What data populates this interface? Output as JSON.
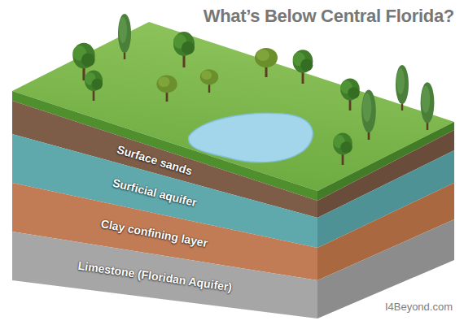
{
  "diagram": {
    "title": "What’s Below Central Florida?",
    "labels": [
      "Surface sands",
      "Surficial aquifer",
      "Clay confining layer",
      "Limestone (Floridan Aquifer)",
      "I4Beyond.com"
    ]
  }
}
